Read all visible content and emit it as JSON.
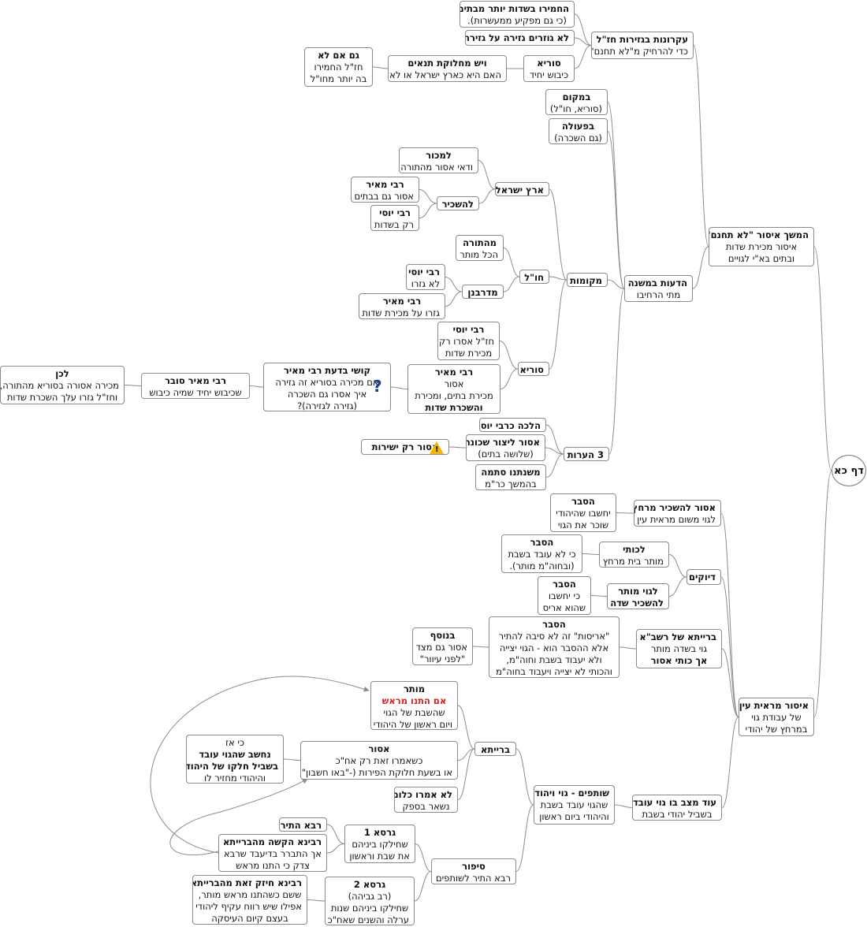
{
  "root": {
    "id": "root",
    "label": "דף כא"
  },
  "nodes": [
    {
      "id": "n1",
      "parent": "root",
      "lines": [
        {
          "t": "המשך איסור \"לא תחנם\"",
          "b": true
        },
        {
          "t": "איסור מכירת שדות"
        },
        {
          "t": "ובתים בא\"י לגויים"
        }
      ]
    },
    {
      "id": "n1a",
      "parent": "n1",
      "lines": [
        {
          "t": "עקרונות בגזירות חז\"ל",
          "b": true
        },
        {
          "t": "כדי להרחיק מ\"לא תחנם\""
        }
      ]
    },
    {
      "id": "n1a1",
      "parent": "n1a",
      "lines": [
        {
          "t": "החמירו בשדות יותר מבתים",
          "b": true
        },
        {
          "t": "(כי גם מפקיע ממעשרות)."
        }
      ]
    },
    {
      "id": "n1a2",
      "parent": "n1a",
      "lines": [
        {
          "t": "לא גוזרים גזירה על גזירה",
          "b": true
        }
      ]
    },
    {
      "id": "n1a3",
      "parent": "n1a",
      "lines": [
        {
          "t": "סוריא",
          "b": true
        },
        {
          "t": "כיבוש יחיד"
        }
      ]
    },
    {
      "id": "n1a3a",
      "parent": "n1a3",
      "lines": [
        {
          "t": "ויש מחלוקת תנאים",
          "b": true
        },
        {
          "t": "האם היא כארץ ישראל  או לא"
        }
      ]
    },
    {
      "id": "n1a3a1",
      "parent": "n1a3a",
      "lines": [
        {
          "t": "גם אם לא",
          "b": true
        },
        {
          "t": "חז\"ל החמירו"
        },
        {
          "t": "בה יותר מחו\"ל"
        }
      ]
    },
    {
      "id": "n1b",
      "parent": "n1",
      "lines": [
        {
          "t": "הדעות במשנה",
          "b": true
        },
        {
          "t": "מתי הרחיבו"
        }
      ]
    },
    {
      "id": "n1b1",
      "parent": "n1b",
      "lines": [
        {
          "t": "במקום",
          "b": true
        },
        {
          "t": "(סוריא, חו\"ל)"
        }
      ]
    },
    {
      "id": "n1b2",
      "parent": "n1b",
      "lines": [
        {
          "t": "בפעולה",
          "b": true
        },
        {
          "t": "(גם השכרה)"
        }
      ]
    },
    {
      "id": "n1b3",
      "parent": "n1b",
      "lines": [
        {
          "t": "מקומות",
          "b": true
        }
      ]
    },
    {
      "id": "n1b3a",
      "parent": "n1b3",
      "lines": [
        {
          "t": "ארץ ישראל",
          "b": true
        }
      ]
    },
    {
      "id": "n1b3a1",
      "parent": "n1b3a",
      "lines": [
        {
          "t": "למכור",
          "b": true
        },
        {
          "t": "ודאי אסור מהתורה"
        }
      ]
    },
    {
      "id": "n1b3a2",
      "parent": "n1b3a",
      "lines": [
        {
          "t": "להשכיר",
          "b": true
        }
      ]
    },
    {
      "id": "n1b3a2a",
      "parent": "n1b3a2",
      "lines": [
        {
          "t": "רבי מאיר",
          "b": true
        },
        {
          "t": "אסור גם בבתים"
        }
      ]
    },
    {
      "id": "n1b3a2b",
      "parent": "n1b3a2",
      "lines": [
        {
          "t": "רבי יוסי",
          "b": true
        },
        {
          "t": "רק בשדות"
        }
      ]
    },
    {
      "id": "n1b3b",
      "parent": "n1b3",
      "lines": [
        {
          "t": "חו\"ל",
          "b": true
        }
      ]
    },
    {
      "id": "n1b3b1",
      "parent": "n1b3b",
      "lines": [
        {
          "t": "מהתורה",
          "b": true
        },
        {
          "t": "הכל מותר"
        }
      ]
    },
    {
      "id": "n1b3b2",
      "parent": "n1b3b",
      "lines": [
        {
          "t": "מדרבנן",
          "b": true
        }
      ]
    },
    {
      "id": "n1b3b2a",
      "parent": "n1b3b2",
      "lines": [
        {
          "t": "רבי יוסי",
          "b": true
        },
        {
          "t": "לא גזרו"
        }
      ]
    },
    {
      "id": "n1b3b2b",
      "parent": "n1b3b2",
      "lines": [
        {
          "t": "רבי מאיר",
          "b": true
        },
        {
          "t": "גזרו על מכירת שדות"
        }
      ]
    },
    {
      "id": "n1b3c",
      "parent": "n1b3",
      "lines": [
        {
          "t": "סוריא",
          "b": true
        }
      ]
    },
    {
      "id": "n1b3c1",
      "parent": "n1b3c",
      "lines": [
        {
          "t": "רבי יוסי",
          "b": true
        },
        {
          "t": "חז\"ל אסרו רק"
        },
        {
          "t": "מכירת שדות"
        }
      ]
    },
    {
      "id": "n1b3c2",
      "parent": "n1b3c",
      "lines": [
        {
          "t": "רבי מאיר",
          "b": true
        },
        {
          "t": "אסור"
        },
        {
          "t": "מכירת בתים, ומכירת"
        },
        {
          "t": "והשכרת שדות",
          "b": true
        }
      ]
    },
    {
      "id": "n1b3c2a",
      "parent": "n1b3c2",
      "icon": "question-icon",
      "lines": [
        {
          "t": "קושי בדעת רבי מאיר",
          "b": true
        },
        {
          "t": "אם מכירה בסוריא זה גזירה"
        },
        {
          "t": "איך אסרו גם השכרה"
        },
        {
          "t": "(גזירה לגזירה)?"
        }
      ]
    },
    {
      "id": "n1b3c2a1",
      "parent": "n1b3c2a",
      "lines": [
        {
          "t": "רבי מאיר סובר",
          "b": true
        },
        {
          "t": "שכיבוש  יחיד שמיה כיבוש"
        }
      ]
    },
    {
      "id": "n1b3c2a1a",
      "parent": "n1b3c2a1",
      "lines": [
        {
          "t": "לכן",
          "b": true
        },
        {
          "t": "מכירה אסורה בסוריא מהתורה,"
        },
        {
          "t": "וחז\"ל גזרו עלך השכרת שדות"
        }
      ]
    },
    {
      "id": "n1b4",
      "parent": "n1b",
      "lines": [
        {
          "t": "3 הערות",
          "b": true
        }
      ]
    },
    {
      "id": "n1b4a",
      "parent": "n1b4",
      "lines": [
        {
          "t": "הלכה כרבי יוסי",
          "b": true
        }
      ]
    },
    {
      "id": "n1b4b",
      "parent": "n1b4",
      "lines": [
        {
          "t": "אסור ליצור שכונה",
          "b": true
        },
        {
          "t": "(שלושה בתים)"
        }
      ]
    },
    {
      "id": "n1b4b1",
      "parent": "n1b4b",
      "icon": "warning-icon",
      "lines": [
        {
          "t": "אסור רק ישירות",
          "b": true
        }
      ]
    },
    {
      "id": "n1b4c",
      "parent": "n1b4",
      "lines": [
        {
          "t": "משנתנו סתמה",
          "b": true
        },
        {
          "t": "בהמשך כר\"מ"
        }
      ]
    },
    {
      "id": "n2",
      "parent": "root",
      "lines": [
        {
          "t": "איסור מראית עין",
          "b": true
        },
        {
          "t": "של עבודת גוי"
        },
        {
          "t": "במרחץ של יהודי"
        }
      ]
    },
    {
      "id": "n2a",
      "parent": "n2",
      "lines": [
        {
          "t": "אסור להשכיר מרחץ",
          "b": true
        },
        {
          "t": "לגוי משום מראית עין"
        }
      ]
    },
    {
      "id": "n2a1",
      "parent": "n2a",
      "lines": [
        {
          "t": "הסבר",
          "b": true
        },
        {
          "t": "יחשבו שהיהודי"
        },
        {
          "t": "שוכר את הגוי"
        }
      ]
    },
    {
      "id": "n2b",
      "parent": "n2",
      "lines": [
        {
          "t": "דיוקים",
          "b": true
        }
      ]
    },
    {
      "id": "n2b1",
      "parent": "n2b",
      "lines": [
        {
          "t": "לכותי",
          "b": true
        },
        {
          "t": "מותר בית מרחץ"
        }
      ]
    },
    {
      "id": "n2b1a",
      "parent": "n2b1",
      "lines": [
        {
          "t": "הסבר",
          "b": true
        },
        {
          "t": "כי לא עובד בשבת"
        },
        {
          "t": "(ובחוה\"מ מותר)."
        }
      ]
    },
    {
      "id": "n2b2",
      "parent": "n2b",
      "lines": [
        {
          "t": "לגוי מותר",
          "b": true
        },
        {
          "t": "להשכיר שדה",
          "b": true
        }
      ]
    },
    {
      "id": "n2b2a",
      "parent": "n2b2",
      "lines": [
        {
          "t": "הסבר",
          "b": true
        },
        {
          "t": "כי יחשבו"
        },
        {
          "t": "שהוא אריס"
        }
      ]
    },
    {
      "id": "n2c",
      "parent": "n2",
      "lines": [
        {
          "t": "ברייתא של רשב\"א",
          "b": true
        },
        {
          "t": "גוי בשדה מותר"
        },
        {
          "t": "אך כותי אסור",
          "b": true
        }
      ]
    },
    {
      "id": "n2c1",
      "parent": "n2c",
      "lines": [
        {
          "t": "הסבר",
          "b": true
        },
        {
          "t": "\"אריסות\" זה לא סיבה להתיר"
        },
        {
          "t": "אלא ההסבר הוא - הגוי יצייה"
        },
        {
          "t": "ולא יעבוד בשבת וחוה\"מ,"
        },
        {
          "t": "והכותי לא יצייה  ויעבוד בחוה\"מ"
        }
      ]
    },
    {
      "id": "n2c1a",
      "parent": "n2c1",
      "lines": [
        {
          "t": "בנוסף",
          "b": true
        },
        {
          "t": "אסור גם מצד"
        },
        {
          "t": "\"לפני עיוור\""
        }
      ]
    },
    {
      "id": "n2d",
      "parent": "n2",
      "lines": [
        {
          "t": "עוד מצב בו גוי עובד",
          "b": true
        },
        {
          "t": "בשביל יהודי בשבת"
        }
      ]
    },
    {
      "id": "n2d1",
      "parent": "n2d",
      "lines": [
        {
          "t": "שותפים - גוי ויהודי",
          "b": true
        },
        {
          "t": "שהגוי עובד בשבת"
        },
        {
          "t": "והיהודי ביום ראשון"
        }
      ]
    },
    {
      "id": "n2d1a",
      "parent": "n2d1",
      "lines": [
        {
          "t": "ברייתא",
          "b": true
        }
      ]
    },
    {
      "id": "n2d1a1",
      "parent": "n2d1a",
      "lines": [
        {
          "t": "מותר",
          "b": true
        },
        {
          "t": "אם התנו מראש",
          "red": true
        },
        {
          "t": "שהשבת של הגוי"
        },
        {
          "t": "ויום ראשון של היהודי"
        }
      ]
    },
    {
      "id": "n2d1a2",
      "parent": "n2d1a",
      "lines": [
        {
          "t": "אסור",
          "b": true
        },
        {
          "t": "כשאמרו זאת רק אח\"כ"
        },
        {
          "t": "או בשעת חלוקת הפירות (-\"באו חשבון\")"
        }
      ]
    },
    {
      "id": "n2d1a2a",
      "parent": "n2d1a2",
      "lines": [
        {
          "t": "כי אז",
          "b": false
        },
        {
          "t": "נחשב שהגוי עובד",
          "b": true
        },
        {
          "t": "בשביל חלקו של היהודי",
          "b": true
        },
        {
          "t": "והיהודי מחזיר לו"
        }
      ]
    },
    {
      "id": "n2d1a3",
      "parent": "n2d1a",
      "lines": [
        {
          "t": "לא אמרו כלום",
          "b": true
        },
        {
          "t": "נשאר בספק"
        }
      ]
    },
    {
      "id": "n2d1b",
      "parent": "n2d1",
      "lines": [
        {
          "t": "סיפור",
          "b": true
        },
        {
          "t": "רבא התיר לשותפים"
        }
      ]
    },
    {
      "id": "n2d1b1",
      "parent": "n2d1b",
      "lines": [
        {
          "t": "גרסא 1",
          "b": true
        },
        {
          "t": "שחילקו ביניהם"
        },
        {
          "t": "את שבת וראשון"
        }
      ]
    },
    {
      "id": "n2d1b1a",
      "parent": "n2d1b1",
      "lines": [
        {
          "t": "רבא התיר",
          "b": true
        }
      ]
    },
    {
      "id": "n2d1b1b",
      "parent": "n2d1b1",
      "lines": [
        {
          "t": "רבינא הקשה מהברייתא",
          "b": true
        },
        {
          "t": "אך התברר בדיעבד שרבא"
        },
        {
          "t": "צדק כי התנו מראש"
        }
      ]
    },
    {
      "id": "n2d1b2",
      "parent": "n2d1b",
      "lines": [
        {
          "t": "גרסא 2",
          "b": true
        },
        {
          "t": "(רב גביהה)"
        },
        {
          "t": "שחילקו ביניהם שנות"
        },
        {
          "t": "ערלה והשנים שאח\"כ"
        }
      ]
    },
    {
      "id": "n2d1b2a",
      "parent": "n2d1b2",
      "lines": [
        {
          "t": "רבינא חיזק זאת מהברייתא",
          "b": true
        },
        {
          "t": "ששם כשהתנו מראש מותר,"
        },
        {
          "t": "אפילו שיש רווח עקיף ליהודי"
        },
        {
          "t": "בעצם קיום העיסקה"
        }
      ]
    }
  ],
  "cross_links": [
    {
      "from": "n2d1b1b",
      "to": "n2d1a1"
    },
    {
      "from": "n2d1b1b",
      "to": "n2d1a2"
    }
  ]
}
